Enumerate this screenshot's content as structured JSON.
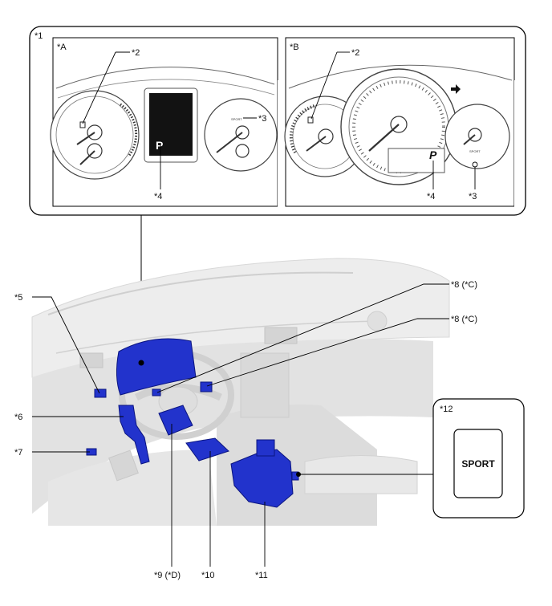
{
  "callouts": {
    "c1": "*1",
    "cA": "*A",
    "cB": "*B",
    "a2": "*2",
    "a3": "*3",
    "a4": "*4",
    "b2": "*2",
    "b3": "*3",
    "b4": "*4",
    "c5": "*5",
    "c6": "*6",
    "c7": "*7",
    "c8a": "*8  (*C)",
    "c8b": "*8  (*C)",
    "c9": "*9 (*D)",
    "c10": "*10",
    "c11": "*11",
    "c12": "*12"
  },
  "meter_a": {
    "gear_indicator": "P",
    "sport_indicator": "SPORT"
  },
  "meter_b": {
    "gear_indicator": "P",
    "sport_indicator": "SPORT"
  },
  "switch_panel": {
    "button_label": "SPORT"
  },
  "colors": {
    "component_blue": "#2233cc",
    "display_dark": "#111111",
    "line": "#000000",
    "vehicle_gray": "#e4e4e4"
  }
}
